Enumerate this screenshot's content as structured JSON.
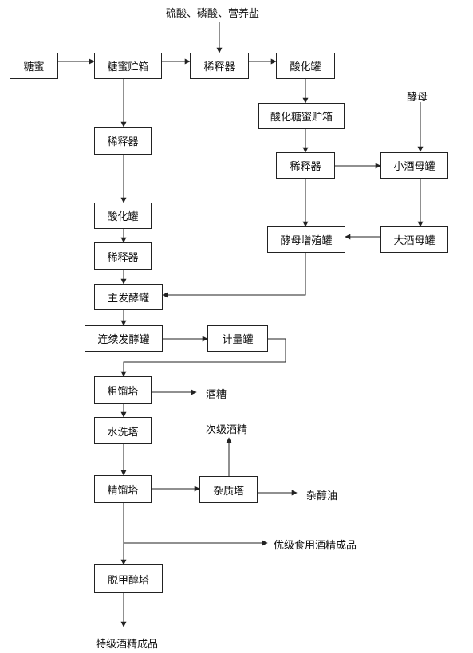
{
  "nodes": {
    "molasses": "糖蜜",
    "molasses_tank": "糖蜜贮箱",
    "diluter_top": "稀释器",
    "acidify_top": "酸化罐",
    "acid_molasses_tank": "酸化糖蜜贮箱",
    "diluter_right": "稀释器",
    "small_yeast_tank": "小酒母罐",
    "big_yeast_tank": "大酒母罐",
    "yeast_prop_tank": "酵母增殖罐",
    "diluter_left1": "稀释器",
    "acidify_left": "酸化罐",
    "diluter_left2": "稀释器",
    "main_ferment": "主发酵罐",
    "continuous_ferment": "连续发酵罐",
    "metering_tank": "计量罐",
    "crude_column": "粗馏塔",
    "wash_column": "水洗塔",
    "rectify_column": "精馏塔",
    "impurity_column": "杂质塔",
    "demethanol_column": "脱甲醇塔"
  },
  "labels": {
    "additives": "硫酸、磷酸、营养盐",
    "yeast": "酵母",
    "vinasse": "酒糟",
    "secondary_alcohol": "次级酒精",
    "fusel_oil": "杂醇油",
    "premium_food_alcohol": "优级食用酒精成品",
    "special_alcohol": "特级酒精成品"
  }
}
